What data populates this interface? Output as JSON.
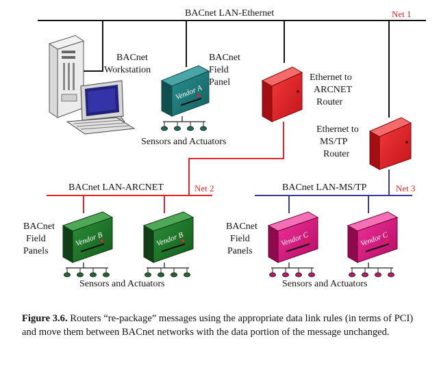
{
  "networks": {
    "ethernet": {
      "label": "BACnet LAN-Ethernet",
      "tag": "Net 1"
    },
    "arcnet": {
      "label": "BACnet LAN-ARCNET",
      "tag": "Net 2"
    },
    "mstp": {
      "label": "BACnet LAN-MS/TP",
      "tag": "Net 3"
    }
  },
  "devices": {
    "workstation": [
      "BACnet",
      "Workstation"
    ],
    "field_panel": [
      "BACnet",
      "Field",
      "Panel"
    ],
    "router_arcnet": [
      "Ethernet to",
      "ARCNET",
      "Router"
    ],
    "router_mstp": [
      "Ethernet to",
      "MS/TP",
      "Router"
    ],
    "field_panels_left": [
      "BACnet",
      "Field",
      "Panels"
    ],
    "field_panels_right": [
      "BACnet",
      "Field",
      "Panels"
    ]
  },
  "vendors": {
    "a": "Vendor A",
    "b": "Vendor B",
    "c": "Vendor C"
  },
  "sensors_label": "Sensors and Actuators",
  "caption": {
    "figure": "Figure 3.6.",
    "text": " Routers “re-package” messages using the appropriate data link rules (in terms of PCI) and move them between BACnet networks with the data portion of the message unchanged."
  },
  "colors": {
    "ethernet_line": "#111111",
    "arcnet_line": "#e0262b",
    "mstp_line": "#3a3a9a",
    "router": "#e8242a",
    "vendor_a": "#1e7b7b",
    "vendor_b": "#1f7a2c",
    "vendor_c": "#e0167f"
  }
}
